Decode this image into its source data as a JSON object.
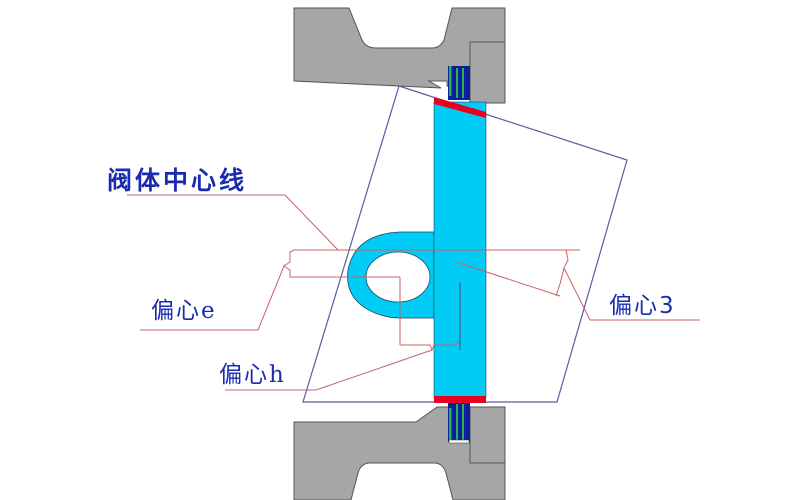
{
  "diagram": {
    "type": "triple-offset butterfly valve cross-section",
    "labels": {
      "centerline": "阀体中心线",
      "offset_e_cn": "偏心",
      "offset_e_sym": "e",
      "offset_h_cn": "偏心",
      "offset_h_sym": "h",
      "offset_3_cn": "偏心",
      "offset_3_sym": "3"
    },
    "colors": {
      "body_gray": "#a6a6a6",
      "body_outline": "#555555",
      "disc_cyan": "#00ccf5",
      "seal_red": "#e8001c",
      "packing_blue": "#0a1f9e",
      "packing_green": "#2bb34a",
      "outline_blue": "#5a5aa8",
      "leader_red": "#c86464",
      "text_blue": "#1a2bb0"
    }
  }
}
